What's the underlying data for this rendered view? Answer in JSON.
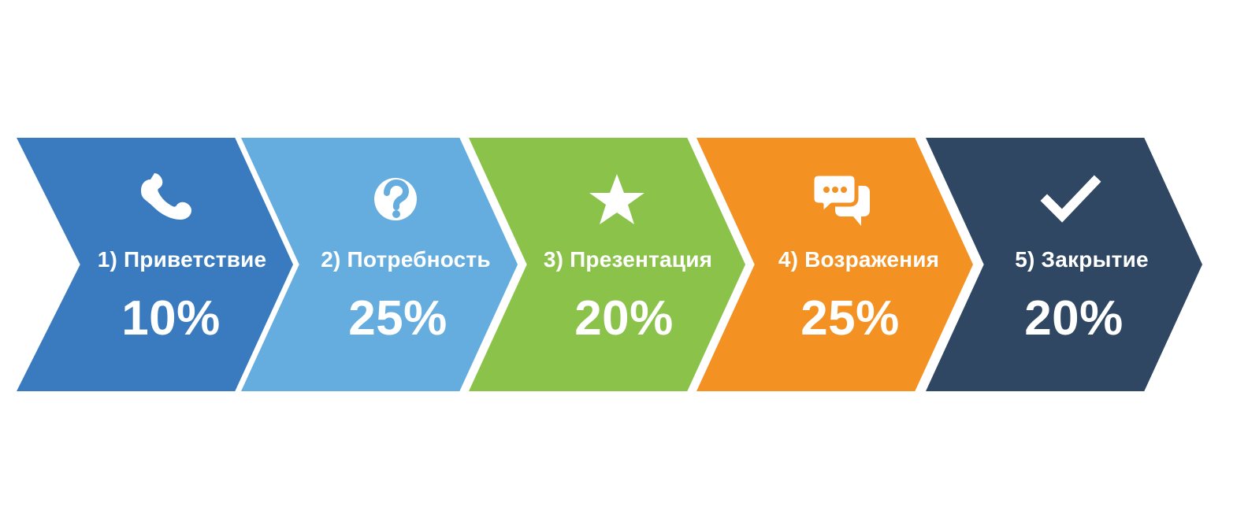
{
  "stages": [
    {
      "label": "1) Приветствие",
      "value": "10%",
      "icon": "phone-icon",
      "color": "#3a7bbf"
    },
    {
      "label": "2) Потребность",
      "value": "25%",
      "icon": "question-icon",
      "color": "#66addf"
    },
    {
      "label": "3) Презентация",
      "value": "20%",
      "icon": "star-icon",
      "color": "#8bc34a"
    },
    {
      "label": "4) Возражения",
      "value": "25%",
      "icon": "chat-icon",
      "color": "#f39223"
    },
    {
      "label": "5) Закрытие",
      "value": "20%",
      "icon": "checkmark-icon",
      "color": "#2f4762"
    }
  ]
}
